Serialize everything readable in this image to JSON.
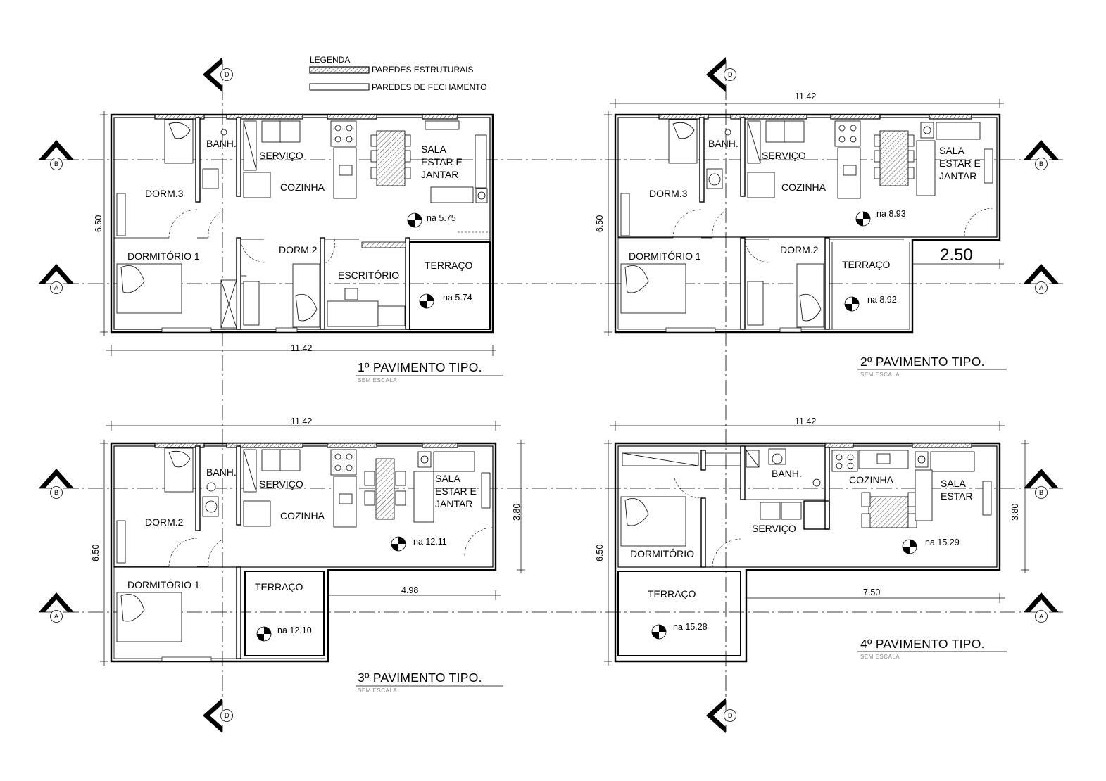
{
  "legend": {
    "title": "LEGENDA",
    "structural": "PAREDES ESTRUTURAIS",
    "closing": "PAREDES DE FECHAMENTO"
  },
  "axes": {
    "a": "A",
    "b": "B",
    "d": "D"
  },
  "plan1": {
    "title": "1º PAVIMENTO TIPO.",
    "scale": "SEM  ESCALA",
    "width_dim": "11.42",
    "height_dim": "6.50",
    "rooms": {
      "dorm3": "DORM.3",
      "banh": "BANH.",
      "servico": "SERVIÇO",
      "cozinha": "COZINHA",
      "sala1": "SALA",
      "sala2": "ESTAR E",
      "sala3": "JANTAR",
      "dorm1": "DORMITÓRIO 1",
      "dorm2": "DORM.2",
      "escritorio": "ESCRITÓRIO",
      "terraco": "TERRAÇO"
    },
    "levels": {
      "sala": "na 5.75",
      "terraco": "na 5.74"
    }
  },
  "plan2": {
    "title": "2º PAVIMENTO TIPO.",
    "scale": "SEM  ESCALA",
    "width_dim": "11.42",
    "height_dim": "6.50",
    "offset_dim": "2.50",
    "rooms": {
      "dorm3": "DORM.3",
      "banh": "BANH.",
      "servico": "SERVIÇO",
      "cozinha": "COZINHA",
      "sala1": "SALA",
      "sala2": "ESTAR E",
      "sala3": "JANTAR",
      "dorm1": "DORMITÓRIO 1",
      "dorm2": "DORM.2",
      "terraco": "TERRAÇO"
    },
    "levels": {
      "sala": "na 8.93",
      "terraco": "na 8.92"
    }
  },
  "plan3": {
    "title": "3º PAVIMENTO TIPO.",
    "scale": "SEM  ESCALA",
    "width_dim": "11.42",
    "height_dim": "6.50",
    "side_dim": "3.80",
    "offset_dim": "4.98",
    "rooms": {
      "dorm2": "DORM.2",
      "banh": "BANH.",
      "servico": "SERVIÇO",
      "cozinha": "COZINHA",
      "sala1": "SALA",
      "sala2": "ESTAR E",
      "sala3": "JANTAR",
      "dorm1": "DORMITÓRIO 1",
      "terraco": "TERRAÇO"
    },
    "levels": {
      "sala": "na 12.11",
      "terraco": "na 12.10"
    }
  },
  "plan4": {
    "title": "4º PAVIMENTO TIPO.",
    "scale": "SEM  ESCALA",
    "width_dim": "11.42",
    "height_dim": "6.50",
    "side_dim": "3.80",
    "offset_dim": "7.50",
    "rooms": {
      "banh": "BANH.",
      "cozinha": "COZINHA",
      "sala1": "SALA",
      "sala2": "ESTAR",
      "dormitorio": "DORMITÓRIO",
      "servico": "SERVIÇO",
      "terraco": "TERRAÇO"
    },
    "levels": {
      "sala": "na 15.29",
      "terraco": "na 15.28"
    }
  }
}
